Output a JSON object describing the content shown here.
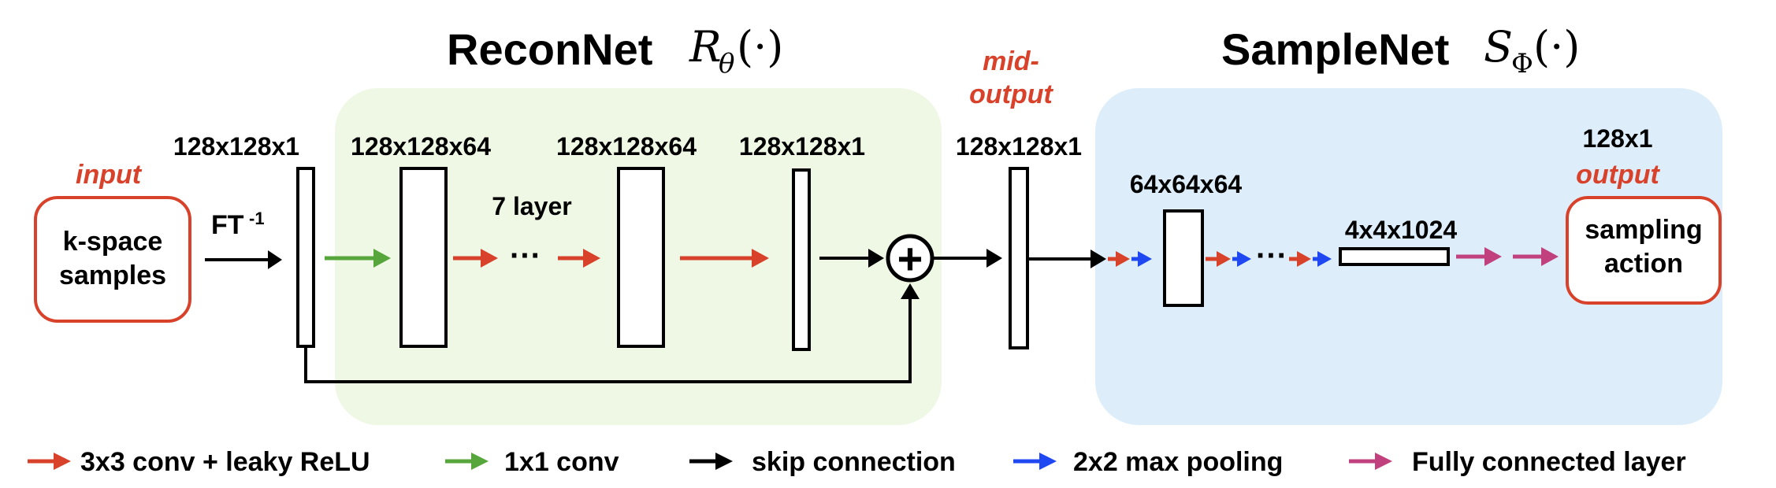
{
  "colors": {
    "conv3x3": "#d8412a",
    "conv1x1": "#56a63b",
    "skip": "#000000",
    "maxpool": "#1f48f2",
    "fc": "#c0417d",
    "recon_bg": "#eef8e4",
    "sample_bg": "#ddeefa",
    "io_border": "#d8412a"
  },
  "recon": {
    "title": "ReconNet",
    "math_symbol": "R",
    "math_sub": "θ",
    "math_arg": "(·)"
  },
  "sample": {
    "title": "SampleNet",
    "math_symbol": "S",
    "math_sub": "Φ",
    "math_arg": "(·)"
  },
  "input": {
    "label": "input",
    "box_line1": "k-space",
    "box_line2": "samples"
  },
  "ft_label": "FT",
  "ft_sup": "-1",
  "dims": {
    "d1": "128x128x1",
    "d2": "128x128x64",
    "d3": "128x128x64",
    "d4": "128x128x1",
    "d5": "128x128x1",
    "d6": "64x64x64",
    "d7": "4x4x1024",
    "d8": "128x1"
  },
  "seven_layer": "7 layer",
  "ellipsis": "···",
  "plus_symbol": "+",
  "mid_output": {
    "line1": "mid-",
    "line2": "output"
  },
  "output": {
    "label": "output",
    "box_line1": "sampling",
    "box_line2": "action"
  },
  "legend": [
    {
      "label": "3x3 conv + leaky ReLU",
      "color": "#d8412a"
    },
    {
      "label": "1x1 conv",
      "color": "#56a63b"
    },
    {
      "label": "skip connection",
      "color": "#000000"
    },
    {
      "label": "2x2 max pooling",
      "color": "#1f48f2"
    },
    {
      "label": "Fully connected layer",
      "color": "#c0417d"
    }
  ]
}
